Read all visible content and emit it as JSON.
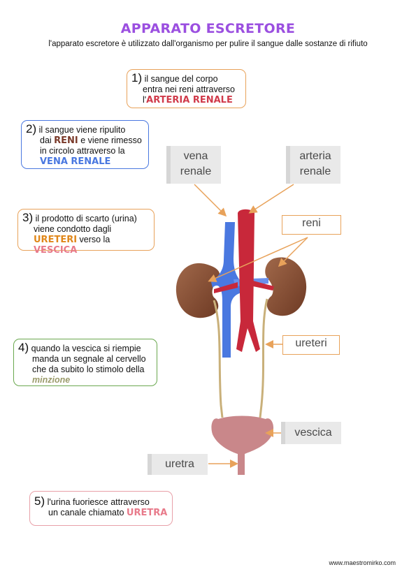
{
  "title": "APPARATO ESCRETORE",
  "subtitle": "l'apparato escretore è utilizzato dall'organismo per pulire il sangue dalle sostanze di rifiuto",
  "steps": [
    {
      "num": "1)",
      "t1": "il sangue del corpo",
      "t2": "entra nei reni attraverso",
      "t3": "l'",
      "kw": "ARTERIA RENALE"
    },
    {
      "num": "2)",
      "t1": "il sangue viene ripulito",
      "t2a": "dai ",
      "kw_a": "RENI",
      "t2b": " e viene rimesso",
      "t3": "in circolo attraverso la",
      "kw": "VENA RENALE"
    },
    {
      "num": "3)",
      "t1": "il prodotto di scarto (urina)",
      "t2": "viene condotto dagli",
      "kw_a": "URETERI",
      "t3": " verso la ",
      "kw_b": "VESCICA"
    },
    {
      "num": "4)",
      "t1": "quando la vescica si riempie",
      "t2": "manda un segnale al cervello",
      "t3": "che da subito lo stimolo della",
      "kw": "minzione"
    },
    {
      "num": "5)",
      "t1": "l'urina fuoriesce attraverso",
      "t2": "un canale chiamato ",
      "kw": "URETRA"
    }
  ],
  "labels": {
    "vena_l1": "vena",
    "vena_l2": "renale",
    "arteria_l1": "arteria",
    "arteria_l2": "renale",
    "reni": "reni",
    "ureteri": "ureteri",
    "vescica": "vescica",
    "uretra": "uretra"
  },
  "footer": "www.maestromirko.com",
  "colors": {
    "title": "#9b4fe0",
    "box1": "#e8a25a",
    "box2": "#4a78e0",
    "box3": "#e8a25a",
    "box4": "#6aa84f",
    "box5": "#e8a0a8",
    "arteria": "#d03a4a",
    "vena": "#4a78e0",
    "reni": "#7a3a2a",
    "ureteri": "#e0871a",
    "vescica": "#e87a8a",
    "minzione": "#9a9a6a",
    "uretra": "#e87a8a"
  }
}
